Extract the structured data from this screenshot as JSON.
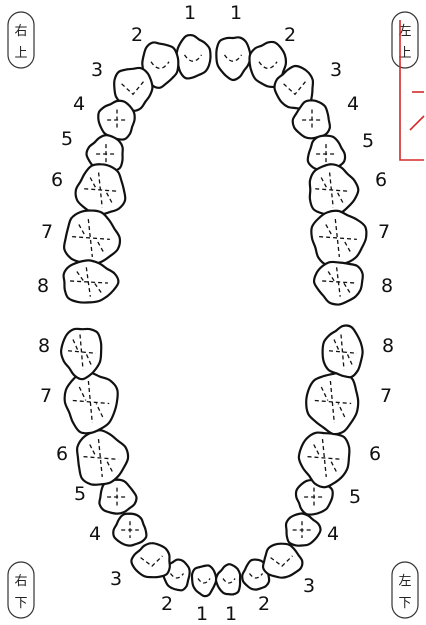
{
  "title": "",
  "quadrant_labels": {
    "upper_right": [
      "右",
      "上"
    ],
    "upper_left": [
      "左",
      "上"
    ],
    "lower_right": [
      "右",
      "下"
    ],
    "lower_left": [
      "左",
      "下"
    ]
  },
  "tooth_numbers": [
    "1",
    "2",
    "3",
    "4",
    "5",
    "6",
    "7",
    "8"
  ],
  "arches": {
    "upper": {
      "side_right": [
        1,
        2,
        3,
        4,
        5,
        6,
        7,
        8
      ],
      "side_left": [
        1,
        2,
        3,
        4,
        5,
        6,
        7,
        8
      ]
    },
    "lower": {
      "side_right": [
        1,
        2,
        3,
        4,
        5,
        6,
        7,
        8
      ],
      "side_left": [
        1,
        2,
        3,
        4,
        5,
        6,
        7,
        8
      ]
    }
  },
  "colors": {
    "ink": "#111111",
    "stamp_red": "#d32a2a"
  }
}
